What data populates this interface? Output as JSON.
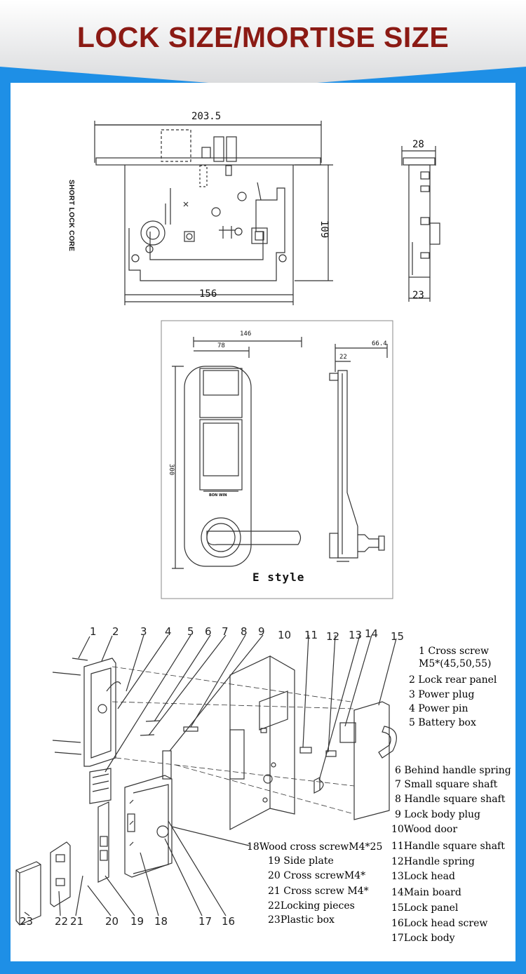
{
  "banner": {
    "title": "LOCK SIZE/MORTISE SIZE"
  },
  "mortise": {
    "side_label": "SHORT LOCK CORE",
    "dims": {
      "width_top": "203.5",
      "height": "109",
      "width_bottom": "156",
      "side_top": "28",
      "side_bottom": "23"
    }
  },
  "handle": {
    "dims": {
      "total": "146",
      "face": "78",
      "height": "300",
      "depth": "66.4",
      "plate": "22"
    },
    "brand": "BON WIN",
    "style_label": "E style"
  },
  "exploded": {
    "callouts": [
      "1",
      "2",
      "3",
      "4",
      "5",
      "6",
      "7",
      "8",
      "9",
      "10",
      "11",
      "12",
      "13",
      "14",
      "15",
      "16",
      "17",
      "18",
      "19",
      "20",
      "21",
      "22",
      "23"
    ]
  },
  "parts": {
    "p1_line1": "1 Cross screw",
    "p1_line2": "M5*(45,50,55)",
    "p2": "2 Lock rear panel",
    "p3": "3 Power plug",
    "p4": "4 Power pin",
    "p5": "5 Battery box",
    "p6": "6 Behind handle spring",
    "p7": "7 Small square shaft",
    "p8": "8 Handle square shaft",
    "p9": "9 Lock body plug",
    "p10": "10Wood door",
    "p11": "11Handle square shaft",
    "p12": "12Handle spring",
    "p13": "13Lock head",
    "p14": "14Main board",
    "p15": "15Lock panel",
    "p16": "16Lock head screw",
    "p17": "17Lock body",
    "p18": "18Wood cross screwM4*25",
    "p19": "19 Side plate",
    "p20": "20 Cross screwM4*",
    "p21": "21 Cross screw M4*",
    "p22": "22Locking pieces",
    "p23": "23Plastic box"
  }
}
